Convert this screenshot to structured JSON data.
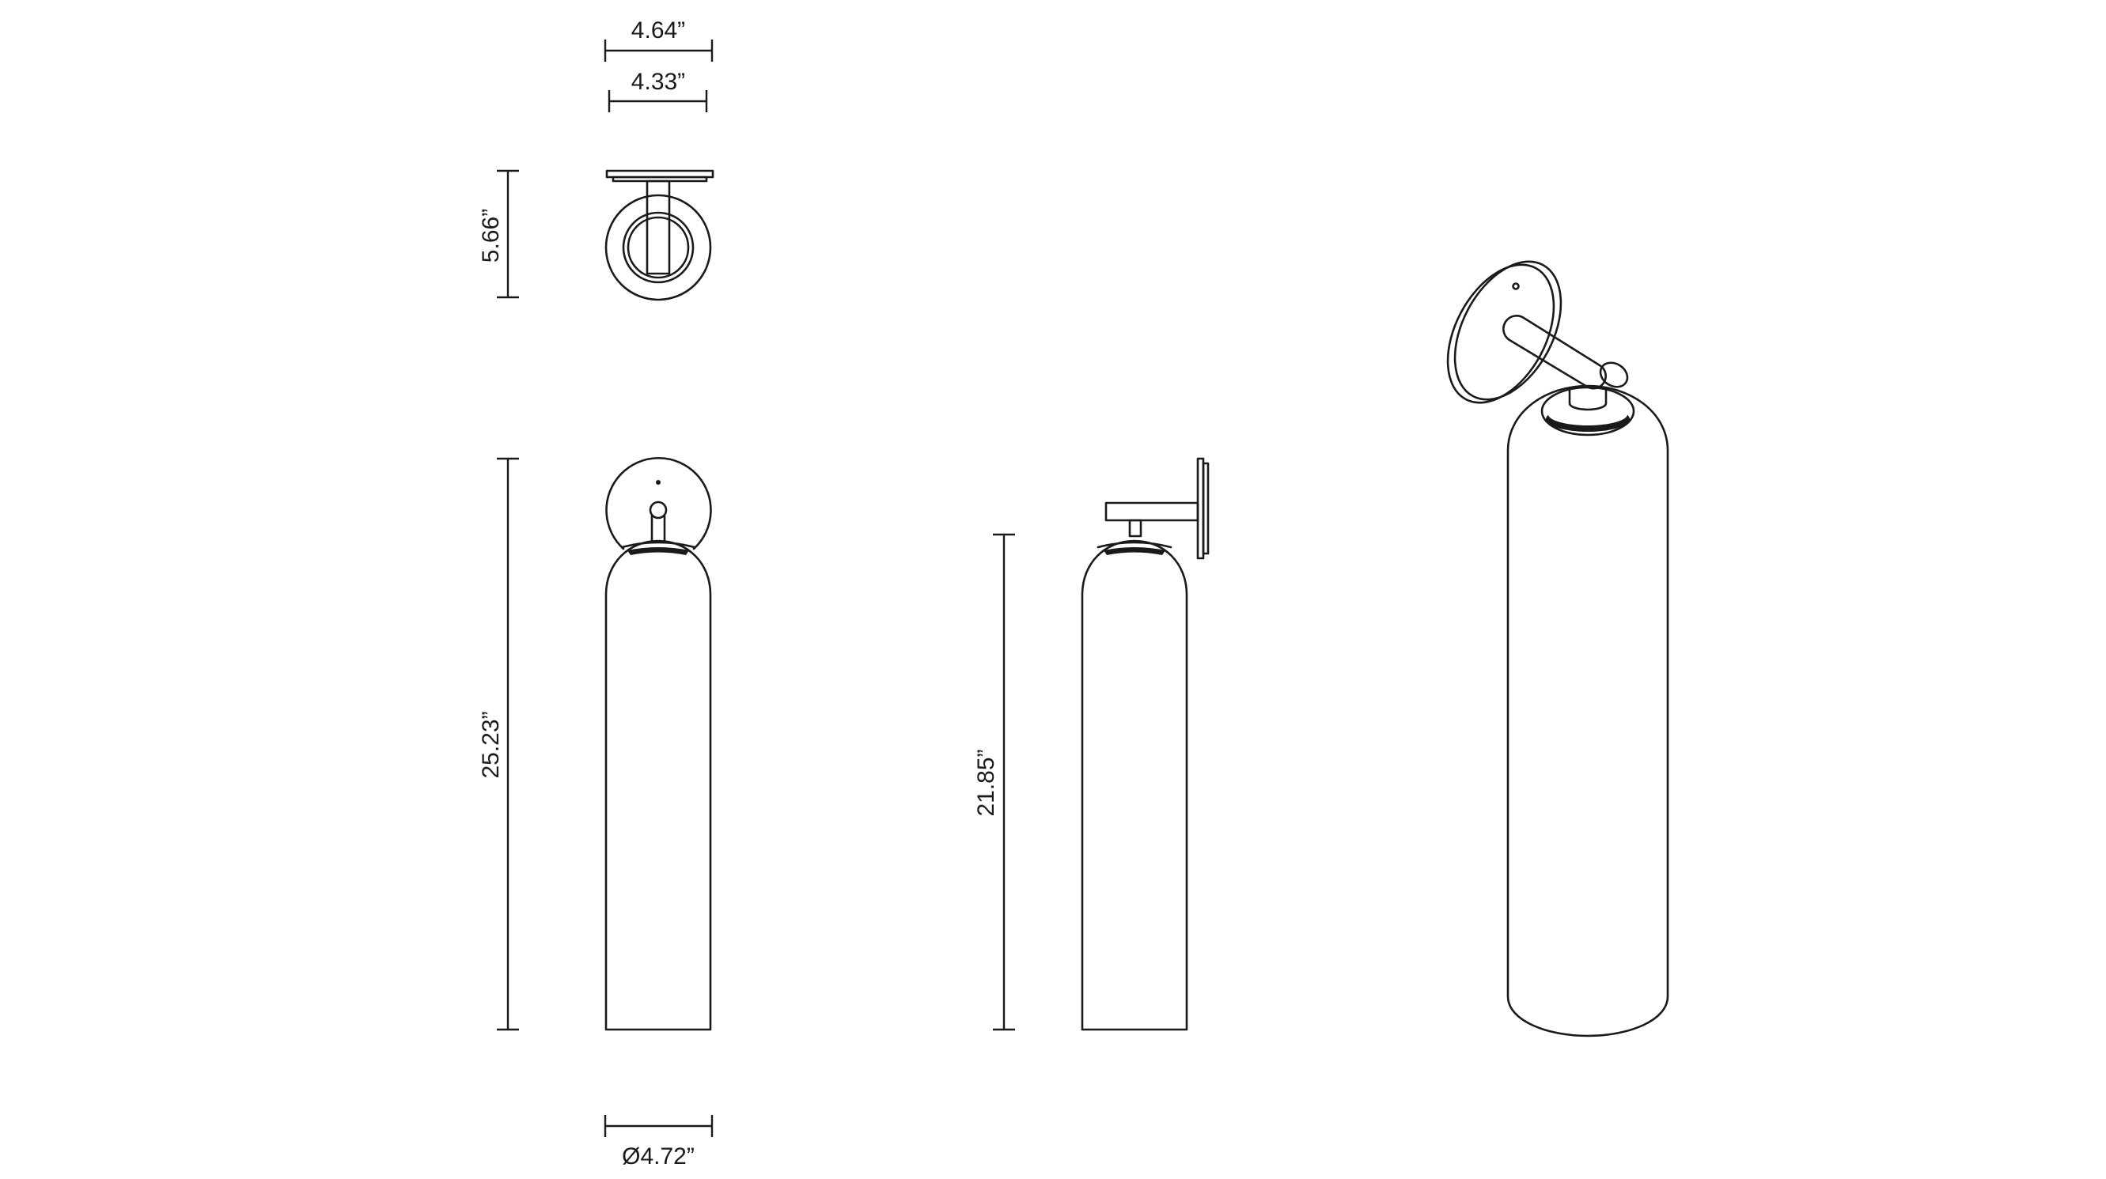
{
  "dimensions": {
    "top_width_outer": "4.64”",
    "top_width_inner": "4.33”",
    "top_depth": "5.66”",
    "front_height": "25.23”",
    "front_diameter": "Ø4.72”",
    "side_height": "21.85”"
  },
  "colors": {
    "line": "#1a1a1a",
    "background": "#ffffff"
  }
}
